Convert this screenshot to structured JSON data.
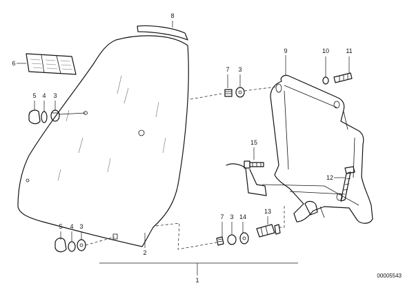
{
  "diagram": {
    "callouts": [
      {
        "key": "c8a",
        "text": "8"
      },
      {
        "key": "c6",
        "text": "6"
      },
      {
        "key": "c9",
        "text": "9"
      },
      {
        "key": "c10",
        "text": "10"
      },
      {
        "key": "c11",
        "text": "11"
      },
      {
        "key": "c7a",
        "text": "7"
      },
      {
        "key": "c3a",
        "text": "3"
      },
      {
        "key": "c5a",
        "text": "5"
      },
      {
        "key": "c4a",
        "text": "4"
      },
      {
        "key": "c3b",
        "text": "3"
      },
      {
        "key": "c15",
        "text": "15"
      },
      {
        "key": "c12",
        "text": "12"
      },
      {
        "key": "c13",
        "text": "13"
      },
      {
        "key": "c5b",
        "text": "5"
      },
      {
        "key": "c4b",
        "text": "4"
      },
      {
        "key": "c3c",
        "text": "3"
      },
      {
        "key": "c7b",
        "text": "7"
      },
      {
        "key": "c3d",
        "text": "3"
      },
      {
        "key": "c14",
        "text": "14"
      },
      {
        "key": "c2",
        "text": "2"
      },
      {
        "key": "c1",
        "text": "1"
      }
    ],
    "reference_number": "00005543"
  }
}
